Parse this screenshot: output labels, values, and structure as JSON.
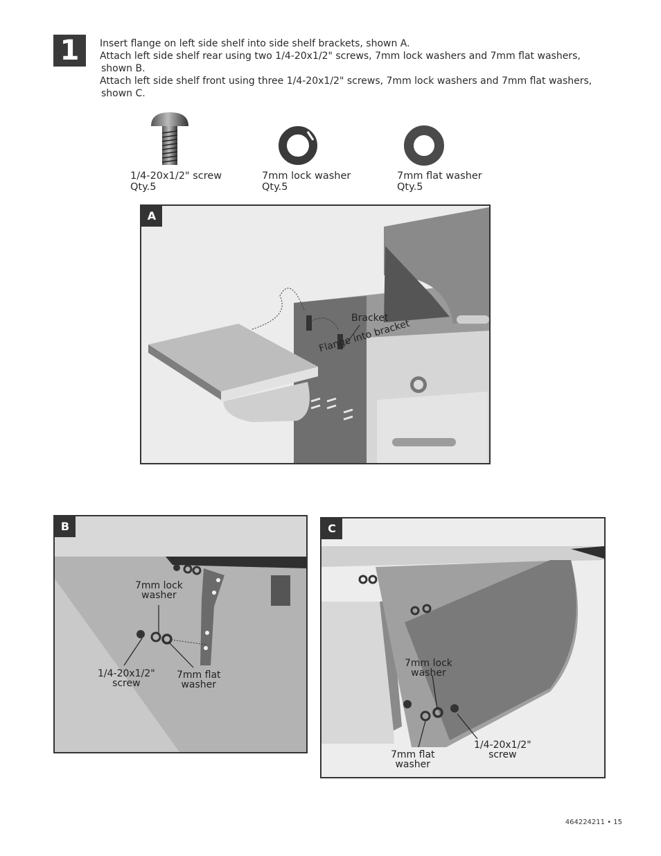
{
  "step": {
    "number": "1"
  },
  "instructions": [
    "Insert flange on left side shelf into side shelf brackets, shown A.",
    "Attach left side shelf rear using two 1/4-20x1/2\" screws, 7mm lock washers and 7mm flat washers,",
    "shown B.",
    "Attach left side shelf front using three 1/4-20x1/2\" screws, 7mm lock washers and 7mm flat washers,",
    "shown C."
  ],
  "parts": [
    {
      "name": "1/4-20x1/2\" screw",
      "qty": "Qty.5",
      "icon": "screw-icon"
    },
    {
      "name": "7mm lock washer",
      "qty": "Qty.5",
      "icon": "lock-washer-icon"
    },
    {
      "name": "7mm flat washer",
      "qty": "Qty.5",
      "icon": "flat-washer-icon"
    }
  ],
  "panels": {
    "a": {
      "label": "A",
      "callouts": {
        "bracket": "Bracket",
        "flange": "Flange into bracket"
      }
    },
    "b": {
      "label": "B",
      "callouts": {
        "lock_washer": [
          "7mm lock",
          "washer"
        ],
        "screw": [
          "1/4-20x1/2\"",
          "screw"
        ],
        "flat_washer": [
          "7mm flat",
          "washer"
        ]
      }
    },
    "c": {
      "label": "C",
      "callouts": {
        "lock_washer": [
          "7mm lock",
          "washer"
        ],
        "screw": [
          "1/4-20x1/2\"",
          "screw"
        ],
        "flat_washer": [
          "7mm flat",
          "washer"
        ]
      }
    }
  },
  "footer": {
    "page": "464224211 • 15"
  }
}
